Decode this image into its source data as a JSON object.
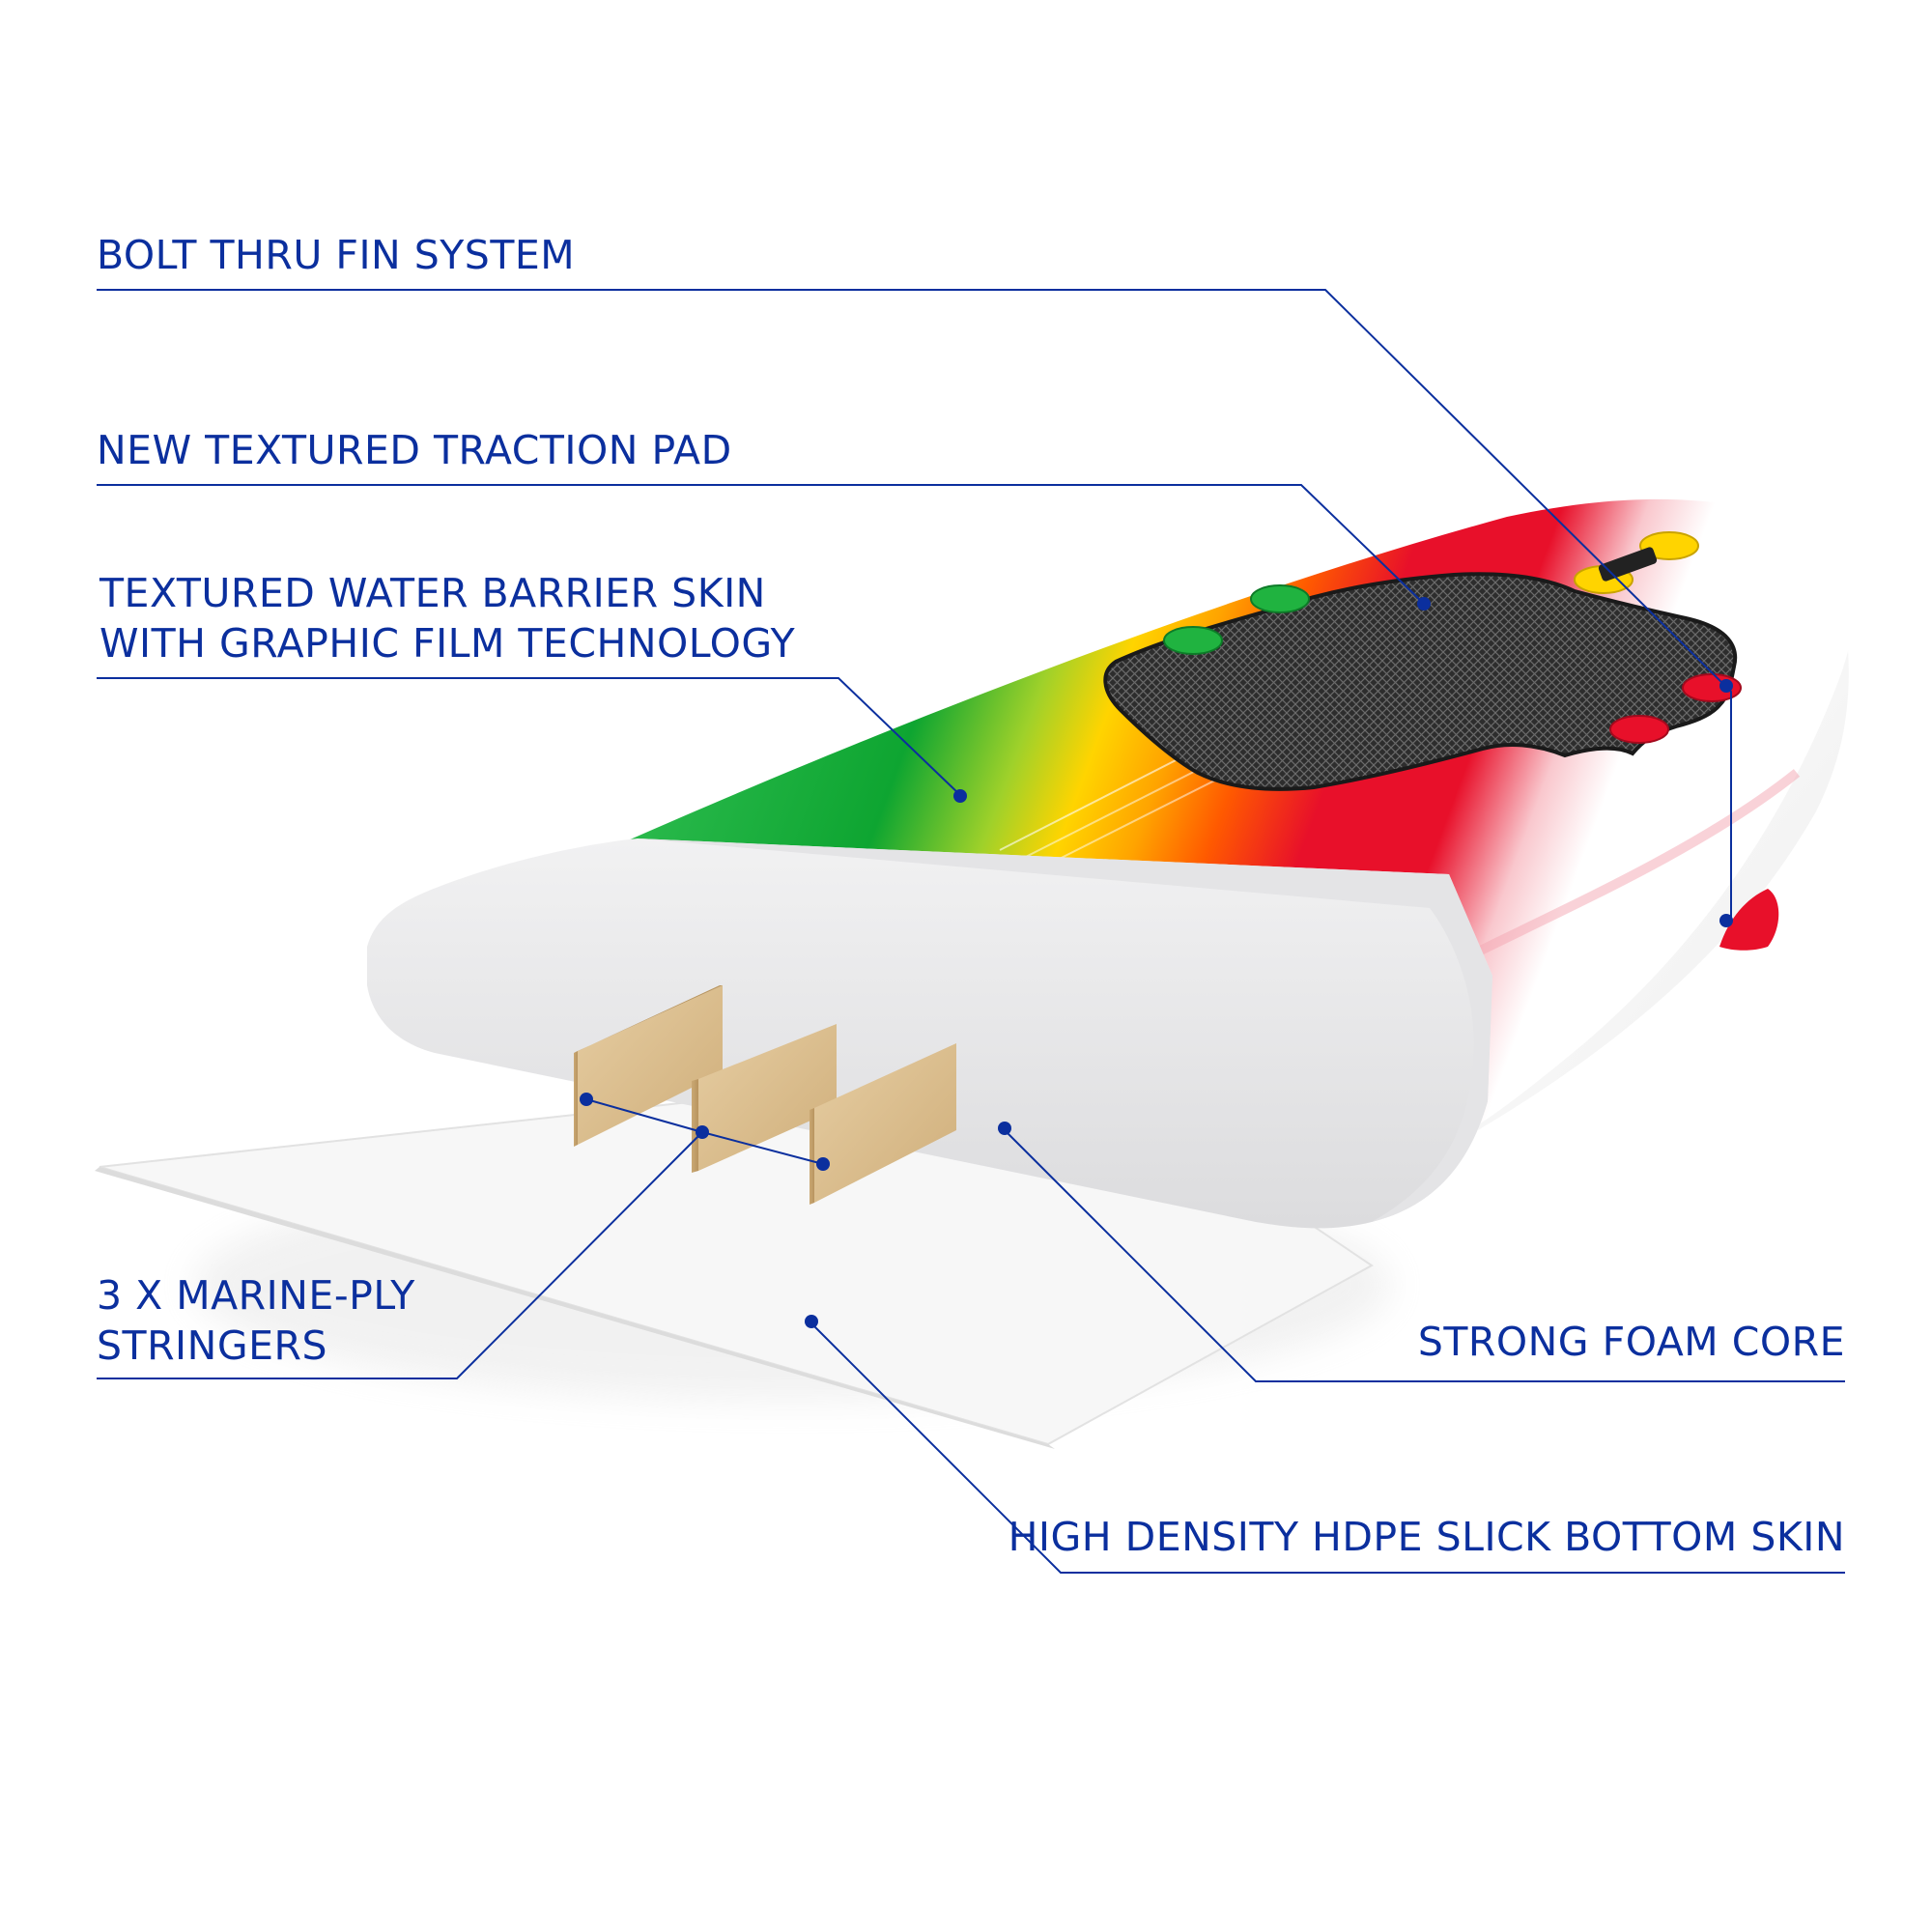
{
  "colors": {
    "callout": "#0b2f9e",
    "green": "#10a635",
    "yellow": "#ffd400",
    "orange": "#ff7a00",
    "red": "#e8102a",
    "foam": "#e9e9ea",
    "stringer": "#d9bc8c",
    "traction_pad": "#2b2b2b"
  },
  "callouts": {
    "bolt_thru": {
      "line1": "BOLT THRU FIN SYSTEM"
    },
    "traction_pad": {
      "line1": "NEW TEXTURED TRACTION PAD"
    },
    "water_barrier": {
      "line1": "TEXTURED WATER BARRIER SKIN",
      "line2": "WITH GRAPHIC FILM TECHNOLOGY"
    },
    "stringers": {
      "line1": "3 X MARINE-PLY",
      "line2": "STRINGERS"
    },
    "foam_core": {
      "line1": "STRONG FOAM CORE"
    },
    "bottom_skin": {
      "line1": "HIGH DENSITY HDPE SLICK BOTTOM SKIN"
    }
  }
}
